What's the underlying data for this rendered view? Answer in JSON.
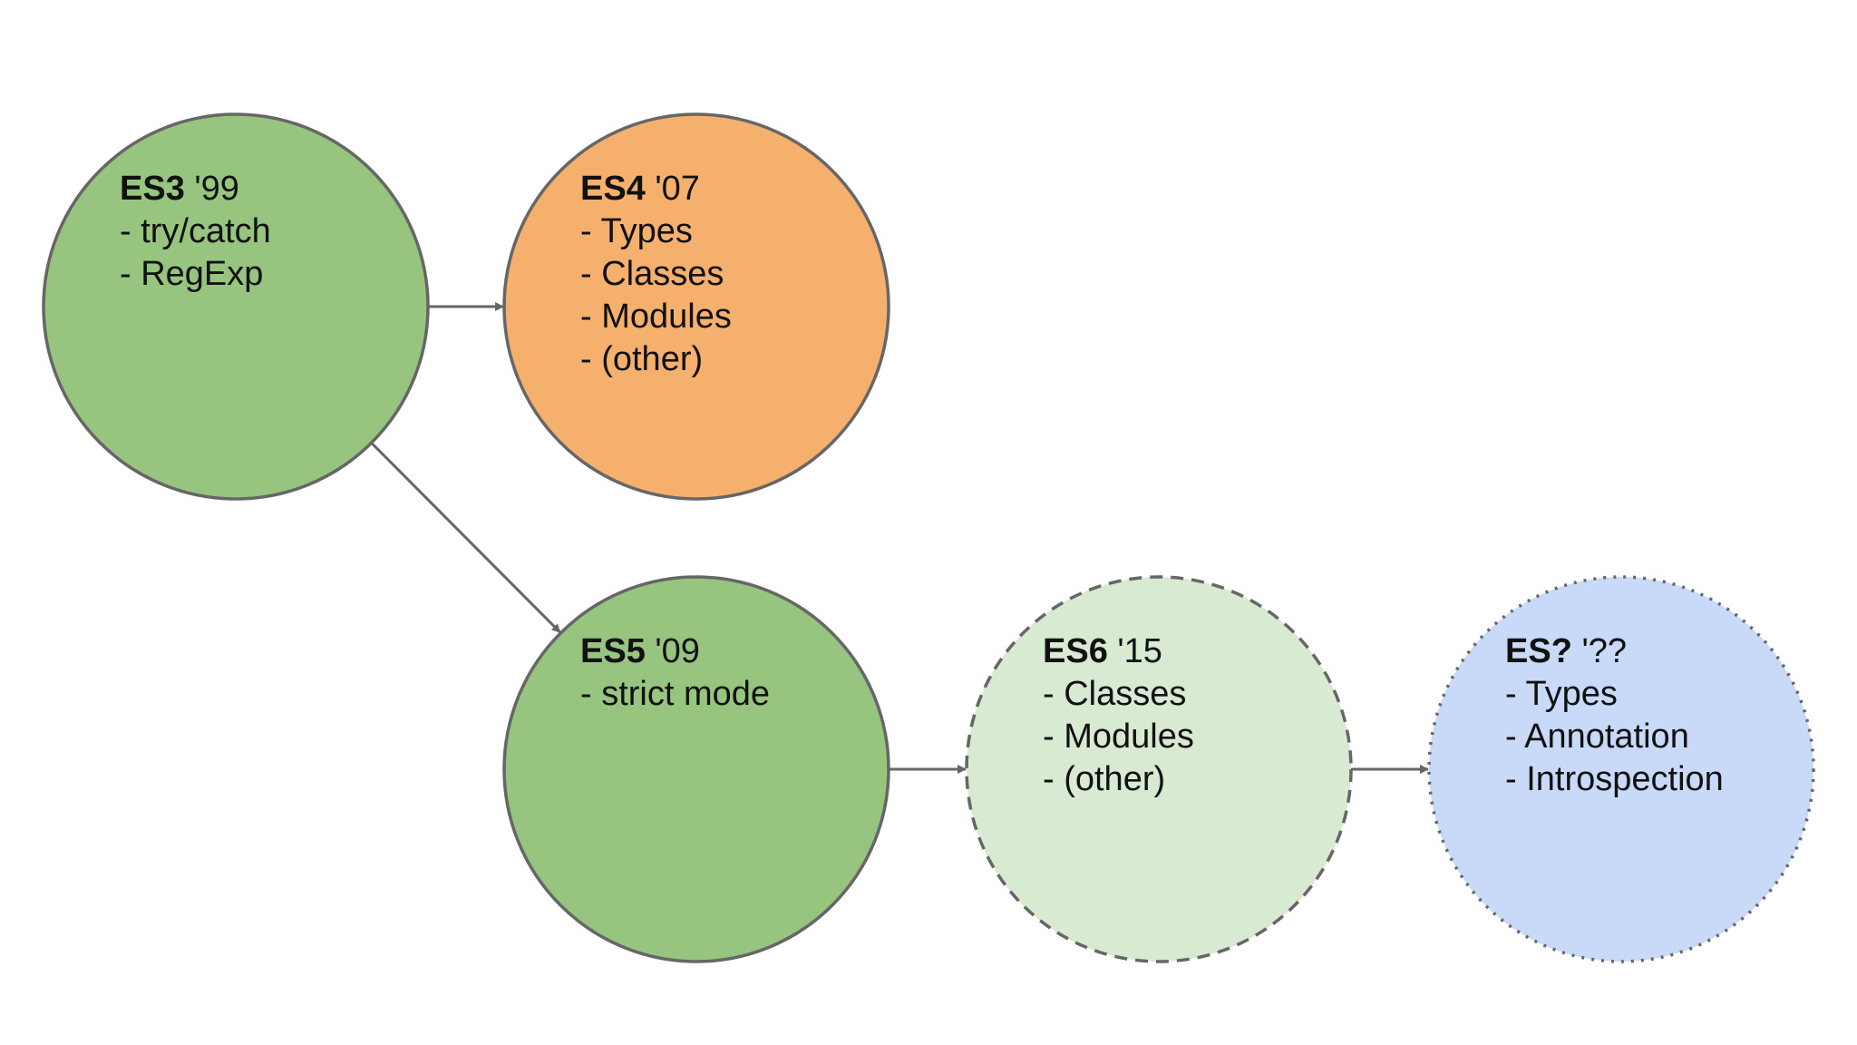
{
  "colors": {
    "stroke": "#666666",
    "green": "#97c47e",
    "orange": "#f5b06e",
    "light_green": "#d9ead3",
    "light_blue": "#c9daf8",
    "text": "#111111"
  },
  "nodes": [
    {
      "id": "es3",
      "title": "ES3",
      "year": " '99",
      "items": [
        "- try/catch",
        "- RegExp"
      ],
      "fill": "#97c47e",
      "border": "solid"
    },
    {
      "id": "es4",
      "title": "ES4",
      "year": " '07",
      "items": [
        "- Types",
        "- Classes",
        "- Modules",
        "- (other)"
      ],
      "fill": "#f5b06e",
      "border": "solid"
    },
    {
      "id": "es5",
      "title": "ES5",
      "year": " '09",
      "items": [
        "- strict mode"
      ],
      "fill": "#97c47e",
      "border": "solid"
    },
    {
      "id": "es6",
      "title": "ES6",
      "year": " '15",
      "items": [
        "- Classes",
        "- Modules",
        "- (other)"
      ],
      "fill": "#d9ead3",
      "border": "dashed"
    },
    {
      "id": "esnext",
      "title": "ES?",
      "year": " '??",
      "items": [
        "- Types",
        "- Annotation",
        "- Introspection"
      ],
      "fill": "#c9daf8",
      "border": "dotted"
    }
  ],
  "edges": [
    {
      "from": "es3",
      "to": "es4"
    },
    {
      "from": "es3",
      "to": "es5"
    },
    {
      "from": "es5",
      "to": "es6"
    },
    {
      "from": "es6",
      "to": "esnext"
    }
  ]
}
